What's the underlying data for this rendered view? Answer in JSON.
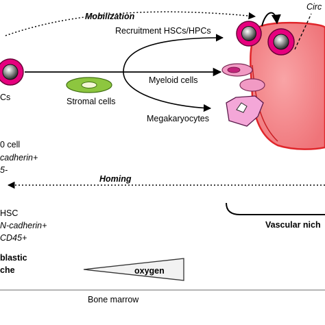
{
  "labels": {
    "mobilization": "Mobilization",
    "circ": "Circ",
    "recruitment": "Recruitment HSCs/HPCs",
    "hscs_partial": "Cs",
    "myeloid": "Myeloid cells",
    "stromal": "Stromal cells",
    "megakaryocytes": "Megakaryocytes",
    "cell_partial": "0 cell",
    "cadherin_partial": "cadherin+",
    "cd_partial": "5-",
    "homing": "Homing",
    "hsc": "HSC",
    "n_cadherin": "N-cadherin+",
    "cd45": "CD45+",
    "vascular_niche": "Vascular nich",
    "osteoblastic_line1": "blastic",
    "osteoblastic_line2": "che",
    "oxygen": "oxygen",
    "bone_marrow": "Bone marrow"
  },
  "colors": {
    "vessel_fill": "#f48a8e",
    "vessel_edge": "#e0262b",
    "hsc_ring": "#e6007e",
    "stromal_fill": "#8dc63f",
    "myeloid_fill": "#f19ac4",
    "megakaryocyte_fill": "#f4a7d8"
  }
}
